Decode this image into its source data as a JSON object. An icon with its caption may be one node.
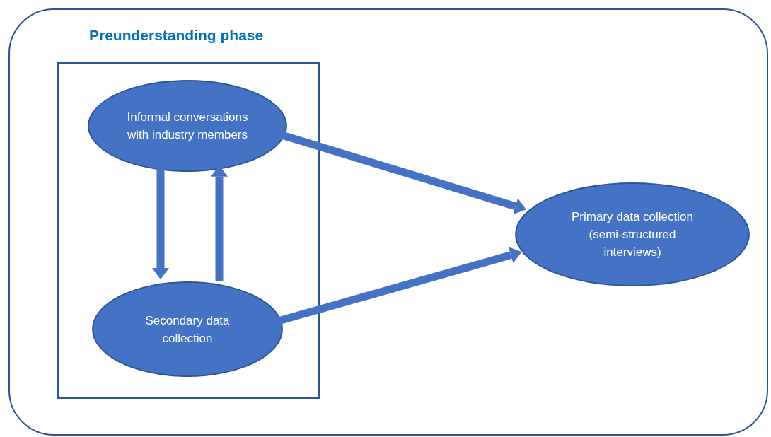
{
  "diagram": {
    "nodes": [
      {
        "text": [
          "Preunderstanding phase"
        ]
      },
      {
        "text": [],
        "shape": "box",
        "in": 0
      },
      {
        "text": [
          "Informal conversations with industry members"
        ],
        "in": 1
      },
      {
        "text": [
          "Secondary data collection"
        ],
        "in": 1
      },
      {
        "text": [
          "Primary data collection (semi-structured interviews)"
        ],
        "in": 0
      }
    ],
    "edges": [
      {
        "from": 2,
        "to": 3,
        "arrow": "to"
      },
      {
        "from": 3,
        "to": 2,
        "arrow": "to"
      },
      {
        "from": 2,
        "to": 4,
        "arrow": "to"
      },
      {
        "from": 3,
        "to": 4,
        "arrow": "to"
      }
    ]
  }
}
